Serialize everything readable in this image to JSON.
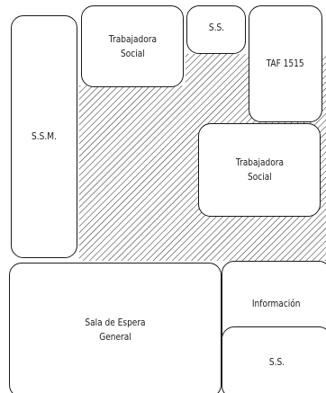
{
  "rooms": {
    "ssm": "S.S.M.",
    "ts_top": "Trabajadora\nSocial",
    "ss_top": "S.S.",
    "taf": "TAF 1515",
    "ts_right": "Trabajadora\nSocial",
    "sala_espera": "Sala de Espera\nGeneral",
    "informacion": "Información",
    "ss_bottom": "S.S."
  }
}
